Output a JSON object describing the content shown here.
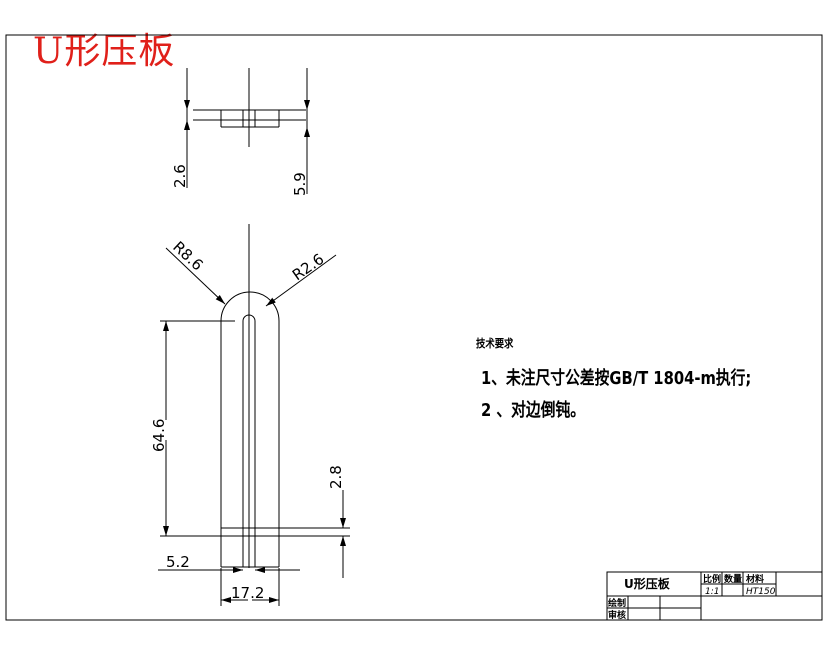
{
  "title": "U形压板",
  "dimensions": {
    "top_left": "2.6",
    "top_right": "5.9",
    "radius_outer": "R8.6",
    "radius_inner": "R2.6",
    "length": "64.6",
    "end_thickness": "2.8",
    "slot_width": "5.2",
    "overall_width": "17.2"
  },
  "notes": {
    "heading": "技术要求",
    "line1": "1、未注尺寸公差按GB/T 1804-m执行;",
    "line2": "2 、对边倒钝。"
  },
  "title_block": {
    "part_name": "U形压板",
    "scale_label": "比例",
    "qty_label": "数量",
    "material_label": "材料",
    "scale_value": "1:1",
    "material_value": "HT150",
    "drawn_label": "绘制",
    "checked_label": "审核"
  }
}
